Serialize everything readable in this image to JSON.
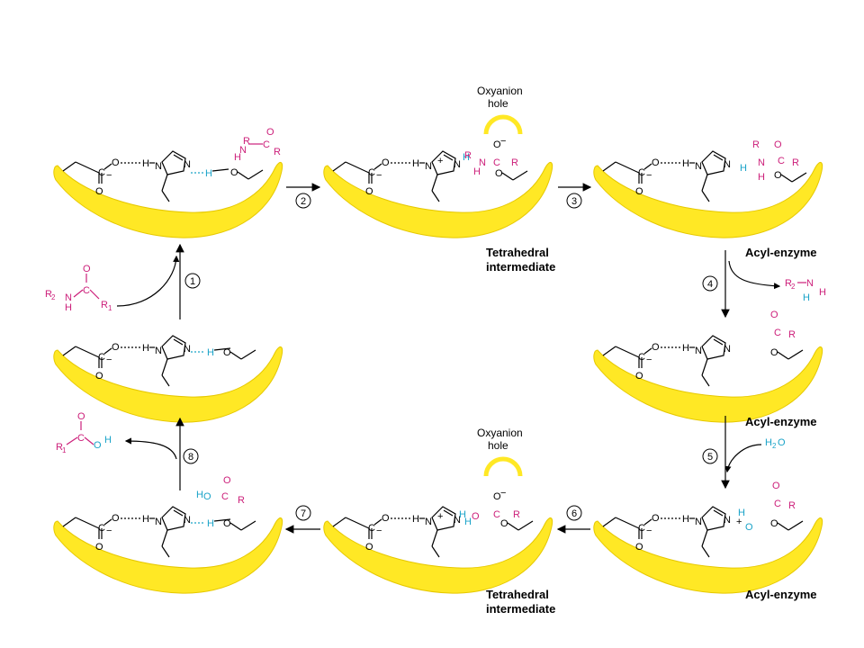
{
  "labels": {
    "oxyanion_hole": [
      "Oxyanion",
      "hole"
    ],
    "tetrahedral_intermediate": [
      "Tetrahedral",
      "intermediate"
    ],
    "acyl_enzyme": "Acyl-enzyme"
  },
  "steps": [
    "1",
    "2",
    "3",
    "4",
    "5",
    "6",
    "7",
    "8"
  ],
  "atoms": {
    "N": "N",
    "H": "H",
    "O": "O",
    "C": "C",
    "R1": "R",
    "R2": "R",
    "sub1": "1",
    "sub2": "2",
    "water": "H",
    "water_sub": "2",
    "water_o": "O",
    "plus": "+",
    "minus": "−"
  },
  "colors": {
    "enzyme": "#ffe825",
    "enzyme_edge": "#e6c800",
    "substrate": "#cc1f7a",
    "proton": "#1aa3c8",
    "ink": "#000000"
  }
}
